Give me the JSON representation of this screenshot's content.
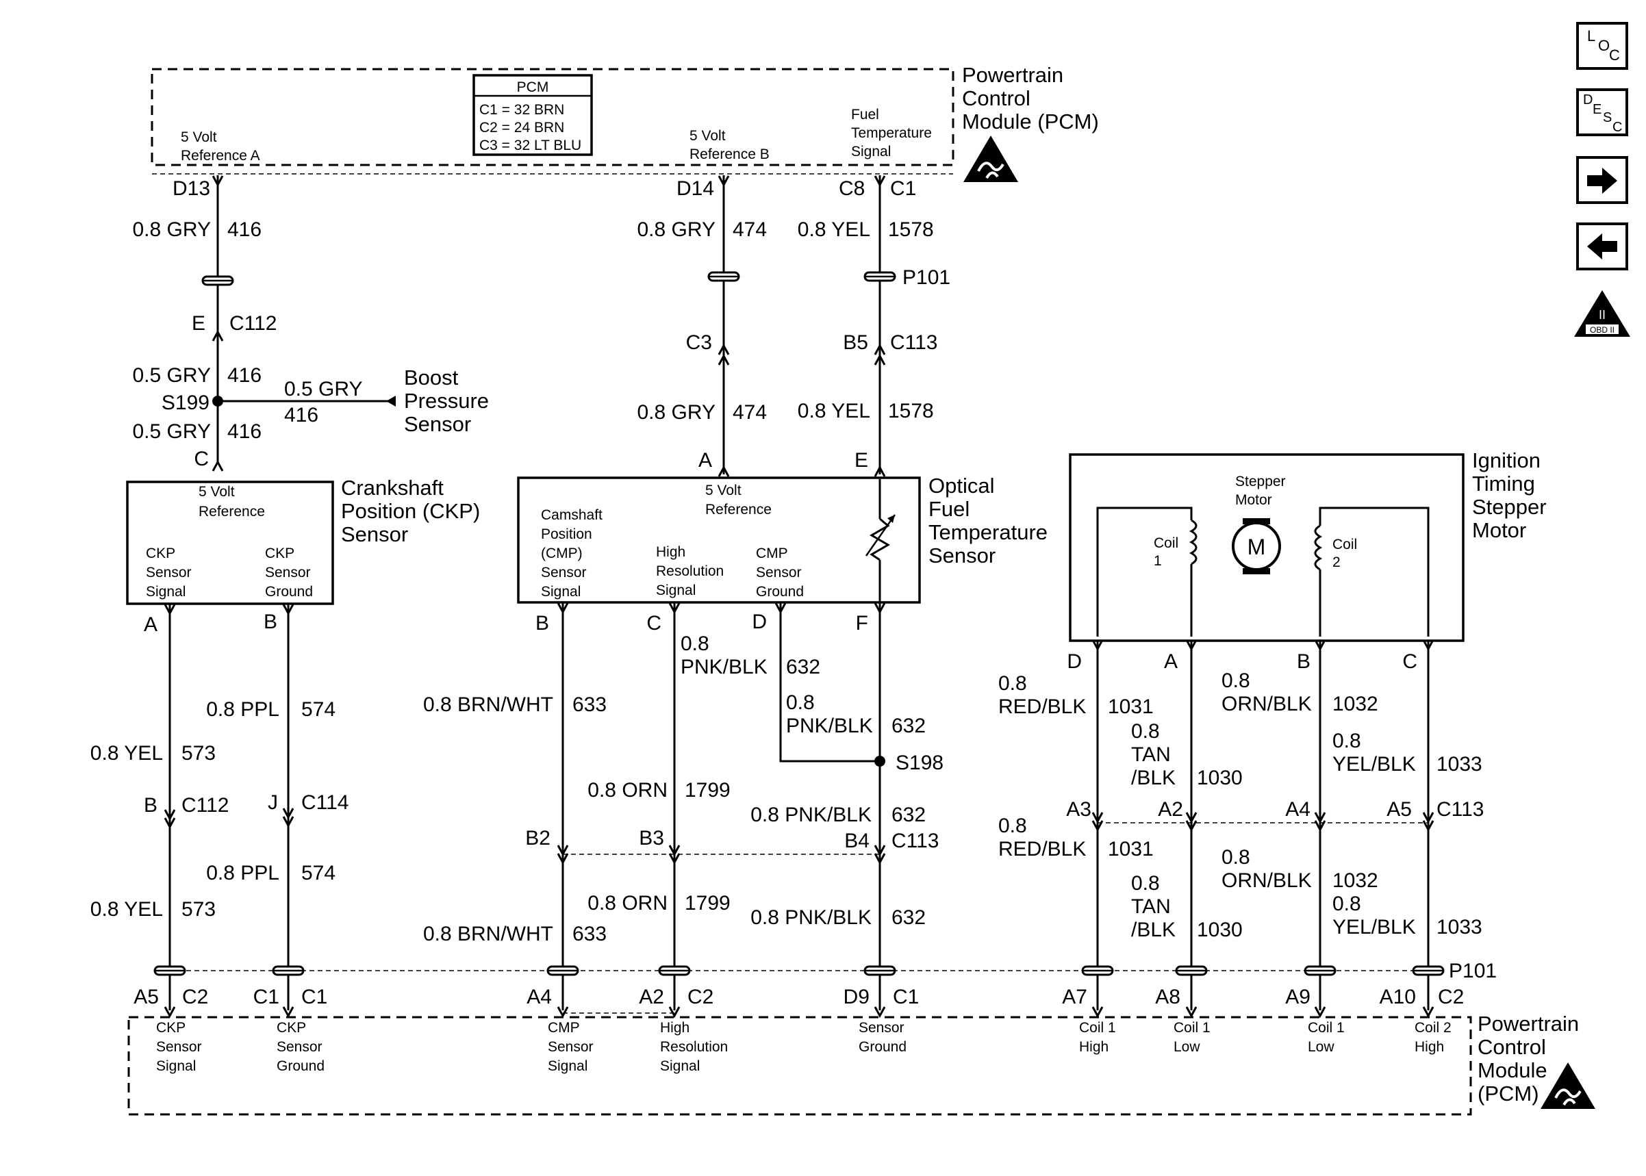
{
  "pcm_top": {
    "title": [
      "Powertrain",
      "Control",
      "Module (PCM)"
    ],
    "legend": {
      "header": "PCM",
      "rows": [
        "C1 = 32 BRN",
        "C2 = 24 BRN",
        "C3 = 32 LT BLU"
      ]
    },
    "pins": {
      "ref_a": [
        "5 Volt",
        "Reference A"
      ],
      "ref_b": [
        "5 Volt",
        "Reference B"
      ],
      "fuel_temp": [
        "Fuel",
        "Temperature",
        "Signal"
      ]
    }
  },
  "wiring": {
    "ref_a": {
      "pin": "D13",
      "color1": "0.8 GRY",
      "circuit1": "416",
      "conn_e": "E",
      "conn_c112": "C112",
      "color2": "0.5 GRY",
      "circuit2": "416",
      "splice": "S199",
      "branch_color": "0.5 GRY",
      "branch_circuit": "416",
      "color3": "0.5 GRY",
      "circuit3": "416",
      "conn_c": "C"
    },
    "ref_b": {
      "pin": "D14",
      "color1": "0.8 GRY",
      "circuit1": "474",
      "conn": "C3",
      "color2": "0.8 GRY",
      "circuit2": "474",
      "sensor_pin": "A"
    },
    "fuel_temp": {
      "pin": "C8",
      "conn_pcm": "C1",
      "color1": "0.8 YEL",
      "circuit1": "1578",
      "p101": "P101",
      "pin_b5": "B5",
      "conn_c113": "C113",
      "color2": "0.8 YEL",
      "circuit2": "1578",
      "sensor_pin": "E"
    }
  },
  "boost_sensor": [
    "Boost",
    "Pressure",
    "Sensor"
  ],
  "ckp_sensor": {
    "title": [
      "Crankshaft",
      "Position (CKP)",
      "Sensor"
    ],
    "ref": [
      "5 Volt",
      "Reference"
    ],
    "signal": [
      "CKP",
      "Sensor",
      "Signal"
    ],
    "ground": [
      "CKP",
      "Sensor",
      "Ground"
    ],
    "pin_a": "A",
    "pin_b": "B"
  },
  "oft_sensor": {
    "title": [
      "Optical",
      "Fuel",
      "Temperature",
      "Sensor"
    ],
    "ref": [
      "5 Volt",
      "Reference"
    ],
    "cmp": [
      "Camshaft",
      "Position",
      "(CMP)",
      "Sensor",
      "Signal"
    ],
    "hires": [
      "High",
      "Resolution",
      "Signal"
    ],
    "ground": [
      "CMP",
      "Sensor",
      "Ground"
    ],
    "pin_b": "B",
    "pin_c": "C",
    "pin_d": "D",
    "pin_f": "F"
  },
  "stepper": {
    "title": [
      "Ignition",
      "Timing",
      "Stepper",
      "Motor"
    ],
    "motor": [
      "Stepper",
      "Motor"
    ],
    "motor_symbol": "M",
    "coil1": [
      "Coil",
      "1"
    ],
    "coil2": [
      "Coil",
      "2"
    ],
    "pin_d": "D",
    "pin_a": "A",
    "pin_b": "B",
    "pin_c": "C"
  },
  "lower": {
    "ckp_sig": {
      "color1": "0.8 YEL",
      "circuit1": "573",
      "pin": "B",
      "conn": "C112",
      "color2": "0.8 YEL",
      "circuit2": "573"
    },
    "ckp_gnd": {
      "color1": "0.8 PPL",
      "circuit1": "574",
      "pin": "J",
      "conn": "C114",
      "color2": "0.8 PPL",
      "circuit2": "574"
    },
    "cmp_sig": {
      "color1": "0.8 BRN/WHT",
      "circuit1": "633",
      "pin": "B2",
      "color2": "0.8 BRN/WHT",
      "circuit2": "633"
    },
    "hires": {
      "color1a": "0.8",
      "color1b": "PNK/BLK",
      "circuit1": "632",
      "color2": "0.8 ORN",
      "circuit2": "1799",
      "pin": "B3",
      "color3": "0.8 ORN",
      "circuit3": "1799"
    },
    "ground": {
      "color1a": "0.8",
      "color1b": "PNK/BLK",
      "circuit1": "632",
      "splice": "S198",
      "color2": "0.8 PNK/BLK",
      "circuit2": "632",
      "pin": "B4",
      "conn": "C113",
      "color3": "0.8 PNK/BLK",
      "circuit3": "632"
    },
    "coil1_high": {
      "c1a": "0.8",
      "c1b": "RED/BLK",
      "circuit1": "1031",
      "pin": "A3",
      "c2a": "0.8",
      "c2b": "RED/BLK",
      "circuit2": "1031"
    },
    "coil1_low_a": {
      "c1a": "0.8",
      "c1b": "TAN",
      "c1c": "/BLK",
      "circuit1": "1030",
      "pin": "A2",
      "c2a": "0.8",
      "c2b": "TAN",
      "c2c": "/BLK",
      "circuit2": "1030"
    },
    "coil1_low_b": {
      "c1a": "0.8",
      "c1b": "ORN/BLK",
      "circuit1": "1032",
      "pin": "A4",
      "c2a": "0.8",
      "c2b": "ORN/BLK",
      "circuit2": "1032"
    },
    "coil2_high": {
      "c1a": "0.8",
      "c1b": "YEL/BLK",
      "circuit1": "1033",
      "pin": "A5",
      "conn": "C113",
      "c2a": "0.8",
      "c2b": "YEL/BLK",
      "circuit2": "1033"
    },
    "p101": "P101"
  },
  "pcm_bottom": {
    "title": [
      "Powertrain",
      "Control",
      "Module",
      "(PCM)"
    ],
    "pins": [
      {
        "pin": "A5",
        "conn": "C2",
        "label": [
          "CKP",
          "Sensor",
          "Signal"
        ]
      },
      {
        "pin": "C1",
        "conn": "C1",
        "label": [
          "CKP",
          "Sensor",
          "Ground"
        ]
      },
      {
        "pin": "A4",
        "conn": "",
        "label": [
          "CMP",
          "Sensor",
          "Signal"
        ]
      },
      {
        "pin": "A2",
        "conn": "C2",
        "label": [
          "High",
          "Resolution",
          "Signal"
        ]
      },
      {
        "pin": "D9",
        "conn": "C1",
        "label": [
          "Sensor",
          "Ground"
        ]
      },
      {
        "pin": "A7",
        "conn": "",
        "label": [
          "Coil 1",
          "High"
        ]
      },
      {
        "pin": "A8",
        "conn": "",
        "label": [
          "Coil 1",
          "Low"
        ]
      },
      {
        "pin": "A9",
        "conn": "",
        "label": [
          "Coil 1",
          "Low"
        ]
      },
      {
        "pin": "A10",
        "conn": "C2",
        "label": [
          "Coil 2",
          "High"
        ]
      }
    ]
  },
  "nav": {
    "loc": [
      "L",
      "O",
      "C"
    ],
    "desc": [
      "D",
      "E",
      "S",
      "C"
    ],
    "next_icon": "right-arrow-icon",
    "prev_icon": "left-arrow-icon",
    "obd": [
      "II",
      "OBD II"
    ]
  }
}
